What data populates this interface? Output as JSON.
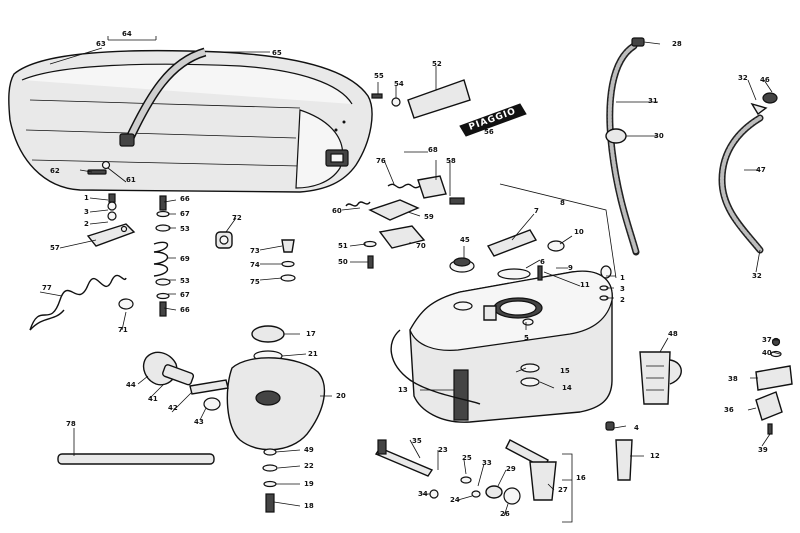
{
  "badge_text": "PIAGGIO",
  "labels": [
    "1",
    "2",
    "3",
    "4",
    "5",
    "6",
    "7",
    "8",
    "9",
    "10",
    "11",
    "12",
    "13",
    "14",
    "15",
    "16",
    "17",
    "18",
    "19",
    "20",
    "21",
    "22",
    "23",
    "24",
    "25",
    "26",
    "27",
    "28",
    "29",
    "30",
    "31",
    "32",
    "33",
    "34",
    "35",
    "36",
    "37",
    "38",
    "39",
    "40",
    "41",
    "42",
    "43",
    "44",
    "45",
    "46",
    "47",
    "48",
    "49",
    "50",
    "51",
    "52",
    "53",
    "54",
    "55",
    "56",
    "57",
    "58",
    "59",
    "60",
    "61",
    "62",
    "63",
    "64",
    "65",
    "66",
    "67",
    "68",
    "69",
    "70",
    "71",
    "72",
    "73",
    "74",
    "75",
    "76",
    "77",
    "78"
  ]
}
